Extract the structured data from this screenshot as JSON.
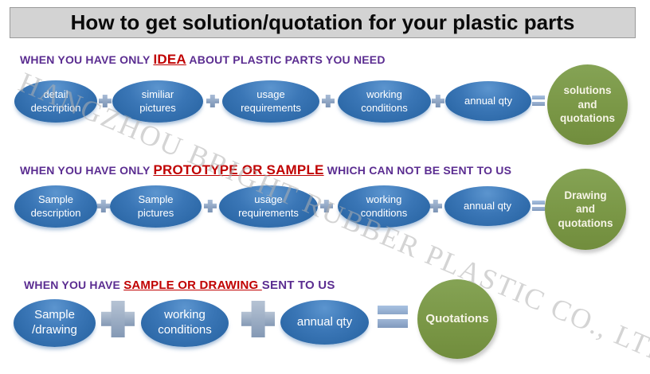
{
  "title": "How to get solution/quotation for your plastic parts",
  "watermark": "HANGZHOU BRIGHT RUBBER PLASTIC CO., LTD",
  "colors": {
    "ellipse_blue": "#2f6db0",
    "result_green": "#7a9746",
    "heading_purple": "#5b2d91",
    "heading_red": "#c00000",
    "title_bg_gray": "#d3d3d3",
    "connector_gray_blue": "#8ca6c8",
    "watermark_gray": "#b0b0b0"
  },
  "rows": [
    {
      "heading": {
        "prefix": "WHEN YOU HAVE ONLY ",
        "highlight": "IDEA",
        "suffix": " ABOUT PLASTIC PARTS YOU NEED"
      },
      "steps": [
        "detail\ndescription",
        "similiar\npictures",
        "usage\nrequirements",
        "working\nconditions",
        "annual qty"
      ],
      "result": "solutions\nand\nquotations"
    },
    {
      "heading": {
        "prefix": "WHEN YOU HAVE ONLY ",
        "highlight": "PROTOTYPE OR SAMPLE",
        "suffix": " WHICH CAN NOT BE SENT TO US"
      },
      "steps": [
        "Sample\ndescription",
        "Sample\npictures",
        "usage\nrequirements",
        "working\nconditions",
        "annual qty"
      ],
      "result": "Drawing\nand\nquotations"
    },
    {
      "heading": {
        "prefix": "WHEN YOU HAVE ",
        "highlight": "SAMPLE OR DRAWING ",
        "suffix": " SENT TO US"
      },
      "steps": [
        "Sample\n/drawing",
        "working\nconditions",
        "annual qty"
      ],
      "result": "Quotations"
    }
  ]
}
